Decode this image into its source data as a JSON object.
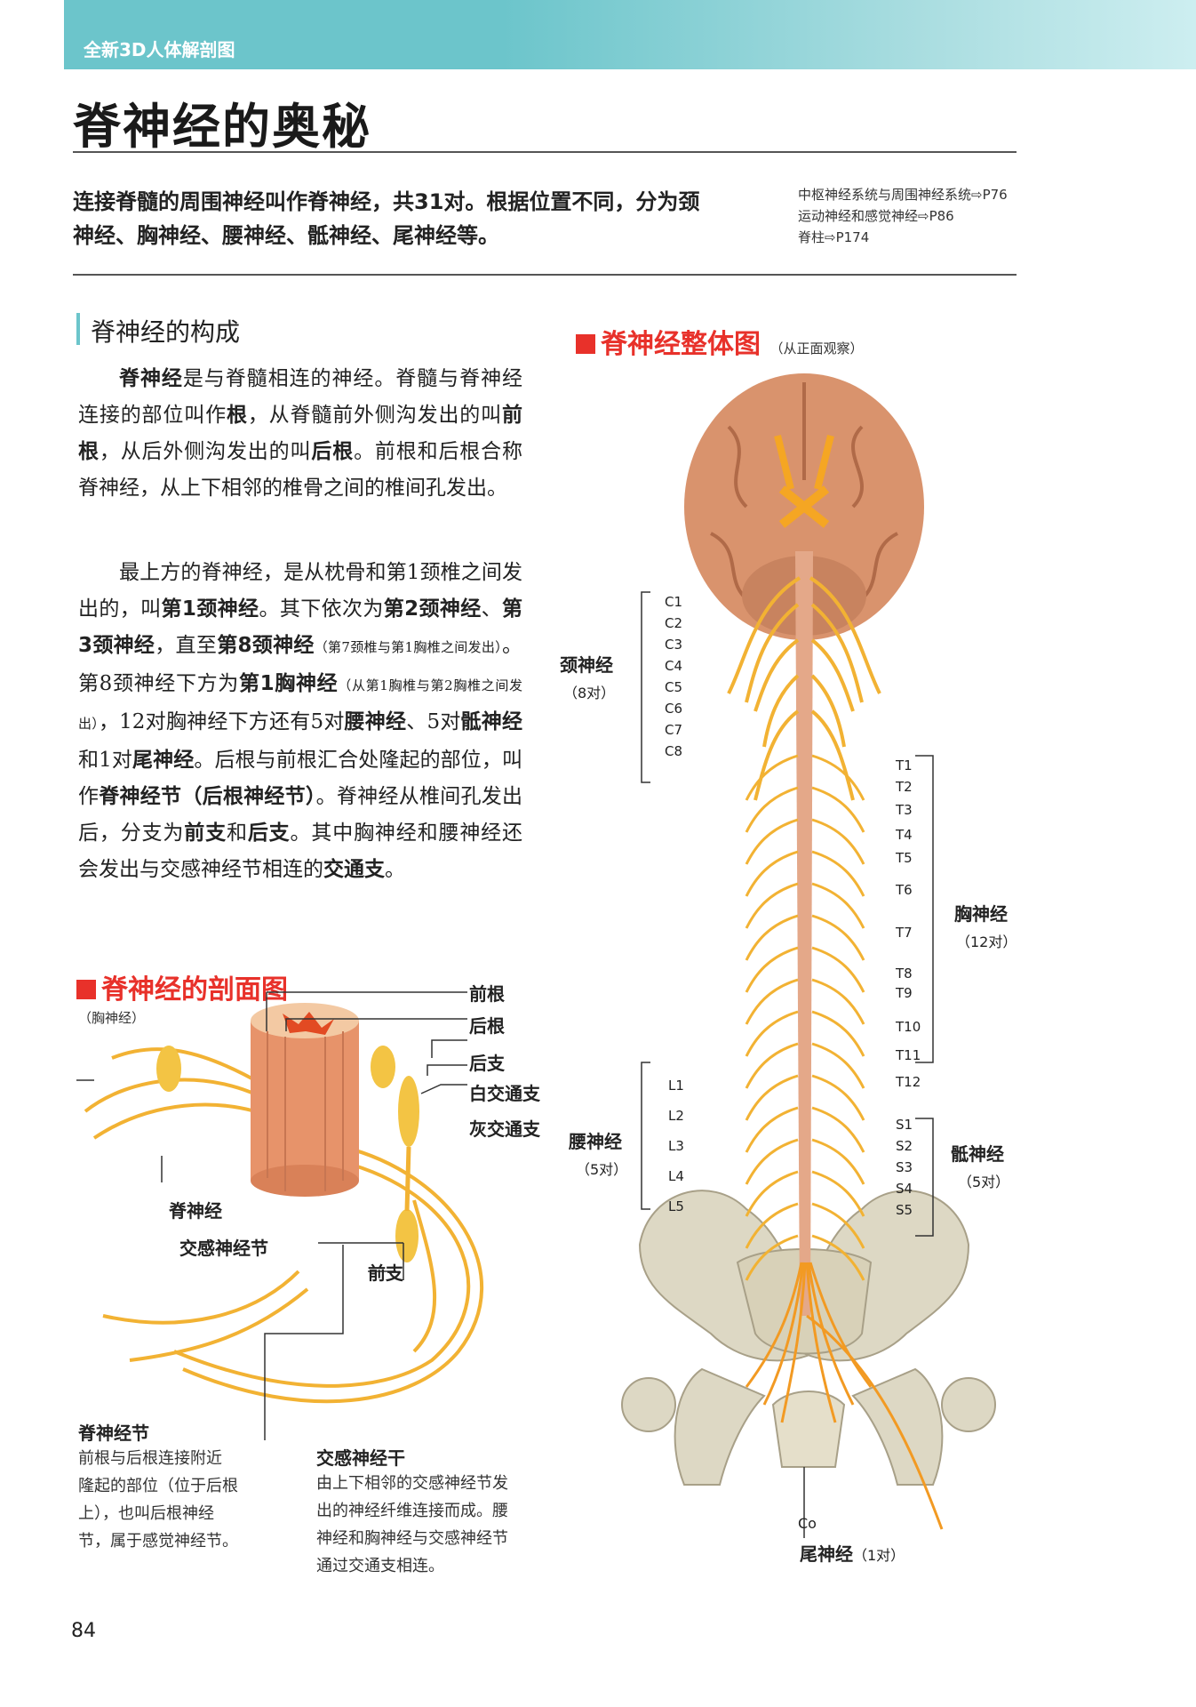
{
  "header": {
    "series": "全新3D人体解剖图",
    "title": "脊神经的奥秘"
  },
  "intro": {
    "line1": "连接脊髓的周围神经叫作脊神经，共31对。根据位置不同，分为颈",
    "line2": "神经、胸神经、腰神经、骶神经、尾神经等。"
  },
  "cross_refs": [
    "中枢神经系统与周围神经系统⇨P76",
    "运动神经和感觉神经⇨P86",
    "脊柱⇨P174"
  ],
  "section": {
    "title": "脊神经的构成",
    "p1": [
      {
        "t": "脊神经",
        "b": true
      },
      {
        "t": "是与脊髓相连的神经。脊髓与脊神经连接的部位叫作",
        "b": false
      },
      {
        "t": "根",
        "b": true
      },
      {
        "t": "，从脊髓前外侧沟发出的叫",
        "b": false
      },
      {
        "t": "前根",
        "b": true
      },
      {
        "t": "，从后外侧沟发出的叫",
        "b": false
      },
      {
        "t": "后根",
        "b": true
      },
      {
        "t": "。前根和后根合称脊神经，从上下相邻的椎骨之间的椎间孔发出。",
        "b": false
      }
    ],
    "p2": [
      {
        "t": "最上方的脊神经，是从枕骨和第1颈椎之间发出的，叫",
        "b": false
      },
      {
        "t": "第1颈神经",
        "b": true
      },
      {
        "t": "。其下依次为",
        "b": false
      },
      {
        "t": "第2颈神经",
        "b": true
      },
      {
        "t": "、",
        "b": false
      },
      {
        "t": "第3颈神经",
        "b": true
      },
      {
        "t": "，直至",
        "b": false
      },
      {
        "t": "第8颈神经",
        "b": true
      },
      {
        "t": "（第7颈椎与第1胸椎之间发出）",
        "b": false,
        "s": true
      },
      {
        "t": "。第8颈神经下方为",
        "b": false
      },
      {
        "t": "第1胸神经",
        "b": true
      },
      {
        "t": "（从第1胸椎与第2胸椎之间发出）",
        "b": false,
        "s": true
      },
      {
        "t": "，12对胸神经下方还有5对",
        "b": false
      },
      {
        "t": "腰神经",
        "b": true
      },
      {
        "t": "、5对",
        "b": false
      },
      {
        "t": "骶神经",
        "b": true
      },
      {
        "t": "和1对",
        "b": false
      },
      {
        "t": "尾神经",
        "b": true
      },
      {
        "t": "。后根与前根汇合处隆起的部位，叫作",
        "b": false
      },
      {
        "t": "脊神经节（后根神经节）",
        "b": true
      },
      {
        "t": "。脊神经从椎间孔发出后，分支为",
        "b": false
      },
      {
        "t": "前支",
        "b": true
      },
      {
        "t": "和",
        "b": false
      },
      {
        "t": "后支",
        "b": true
      },
      {
        "t": "。其中胸神经和腰神经还会发出与交感神经节相连的",
        "b": false
      },
      {
        "t": "交通支",
        "b": true
      },
      {
        "t": "。",
        "b": false
      }
    ]
  },
  "section_fig": {
    "title": "脊神经的剖面图",
    "subtitle": "（胸神经）",
    "labels": {
      "front_root": "前根",
      "back_root": "后根",
      "back_branch": "后支",
      "white_rami": "白交通支",
      "gray_rami": "灰交通支",
      "spinal_nerve": "脊神经",
      "sympathetic_ganglion": "交感神经节",
      "front_branch": "前支"
    },
    "caption_ganglion": {
      "head": "脊神经节",
      "lines": [
        "前根与后根连接附近",
        "隆起的部位（位于后根",
        "上），也叫后根神经",
        "节，属于感觉神经节。"
      ]
    },
    "caption_trunk": {
      "head": "交感神经干",
      "lines": [
        "由上下相邻的交感神经节发",
        "出的神经纤维连接而成。腰",
        "神经和胸神经与交感神经节",
        "通过交通支相连。"
      ]
    }
  },
  "overall_fig": {
    "title": "脊神经整体图",
    "subtitle": "（从正面观察）",
    "cervical": {
      "name": "颈神经",
      "count": "（8对）",
      "labels": [
        "C1",
        "C2",
        "C3",
        "C4",
        "C5",
        "C6",
        "C7",
        "C8"
      ]
    },
    "thoracic": {
      "name": "胸神经",
      "count": "（12对）",
      "labels": [
        "T1",
        "T2",
        "T3",
        "T4",
        "T5",
        "T6",
        "T7",
        "T8",
        "T9",
        "T10",
        "T11",
        "T12"
      ]
    },
    "lumbar": {
      "name": "腰神经",
      "count": "（5对）",
      "labels": [
        "L1",
        "L2",
        "L3",
        "L4",
        "L5"
      ]
    },
    "sacral": {
      "name": "骶神经",
      "count": "（5对）",
      "labels": [
        "S1",
        "S2",
        "S3",
        "S4",
        "S5"
      ]
    },
    "coccygeal": {
      "name": "尾神经",
      "count": "（1对）",
      "label": "Co"
    }
  },
  "page_number": "84",
  "colors": {
    "accent": "#6cc5cb",
    "red": "#e8312a",
    "nerve": "#f2b233",
    "brain": "#d9936d",
    "bone": "#ddd8c4"
  }
}
